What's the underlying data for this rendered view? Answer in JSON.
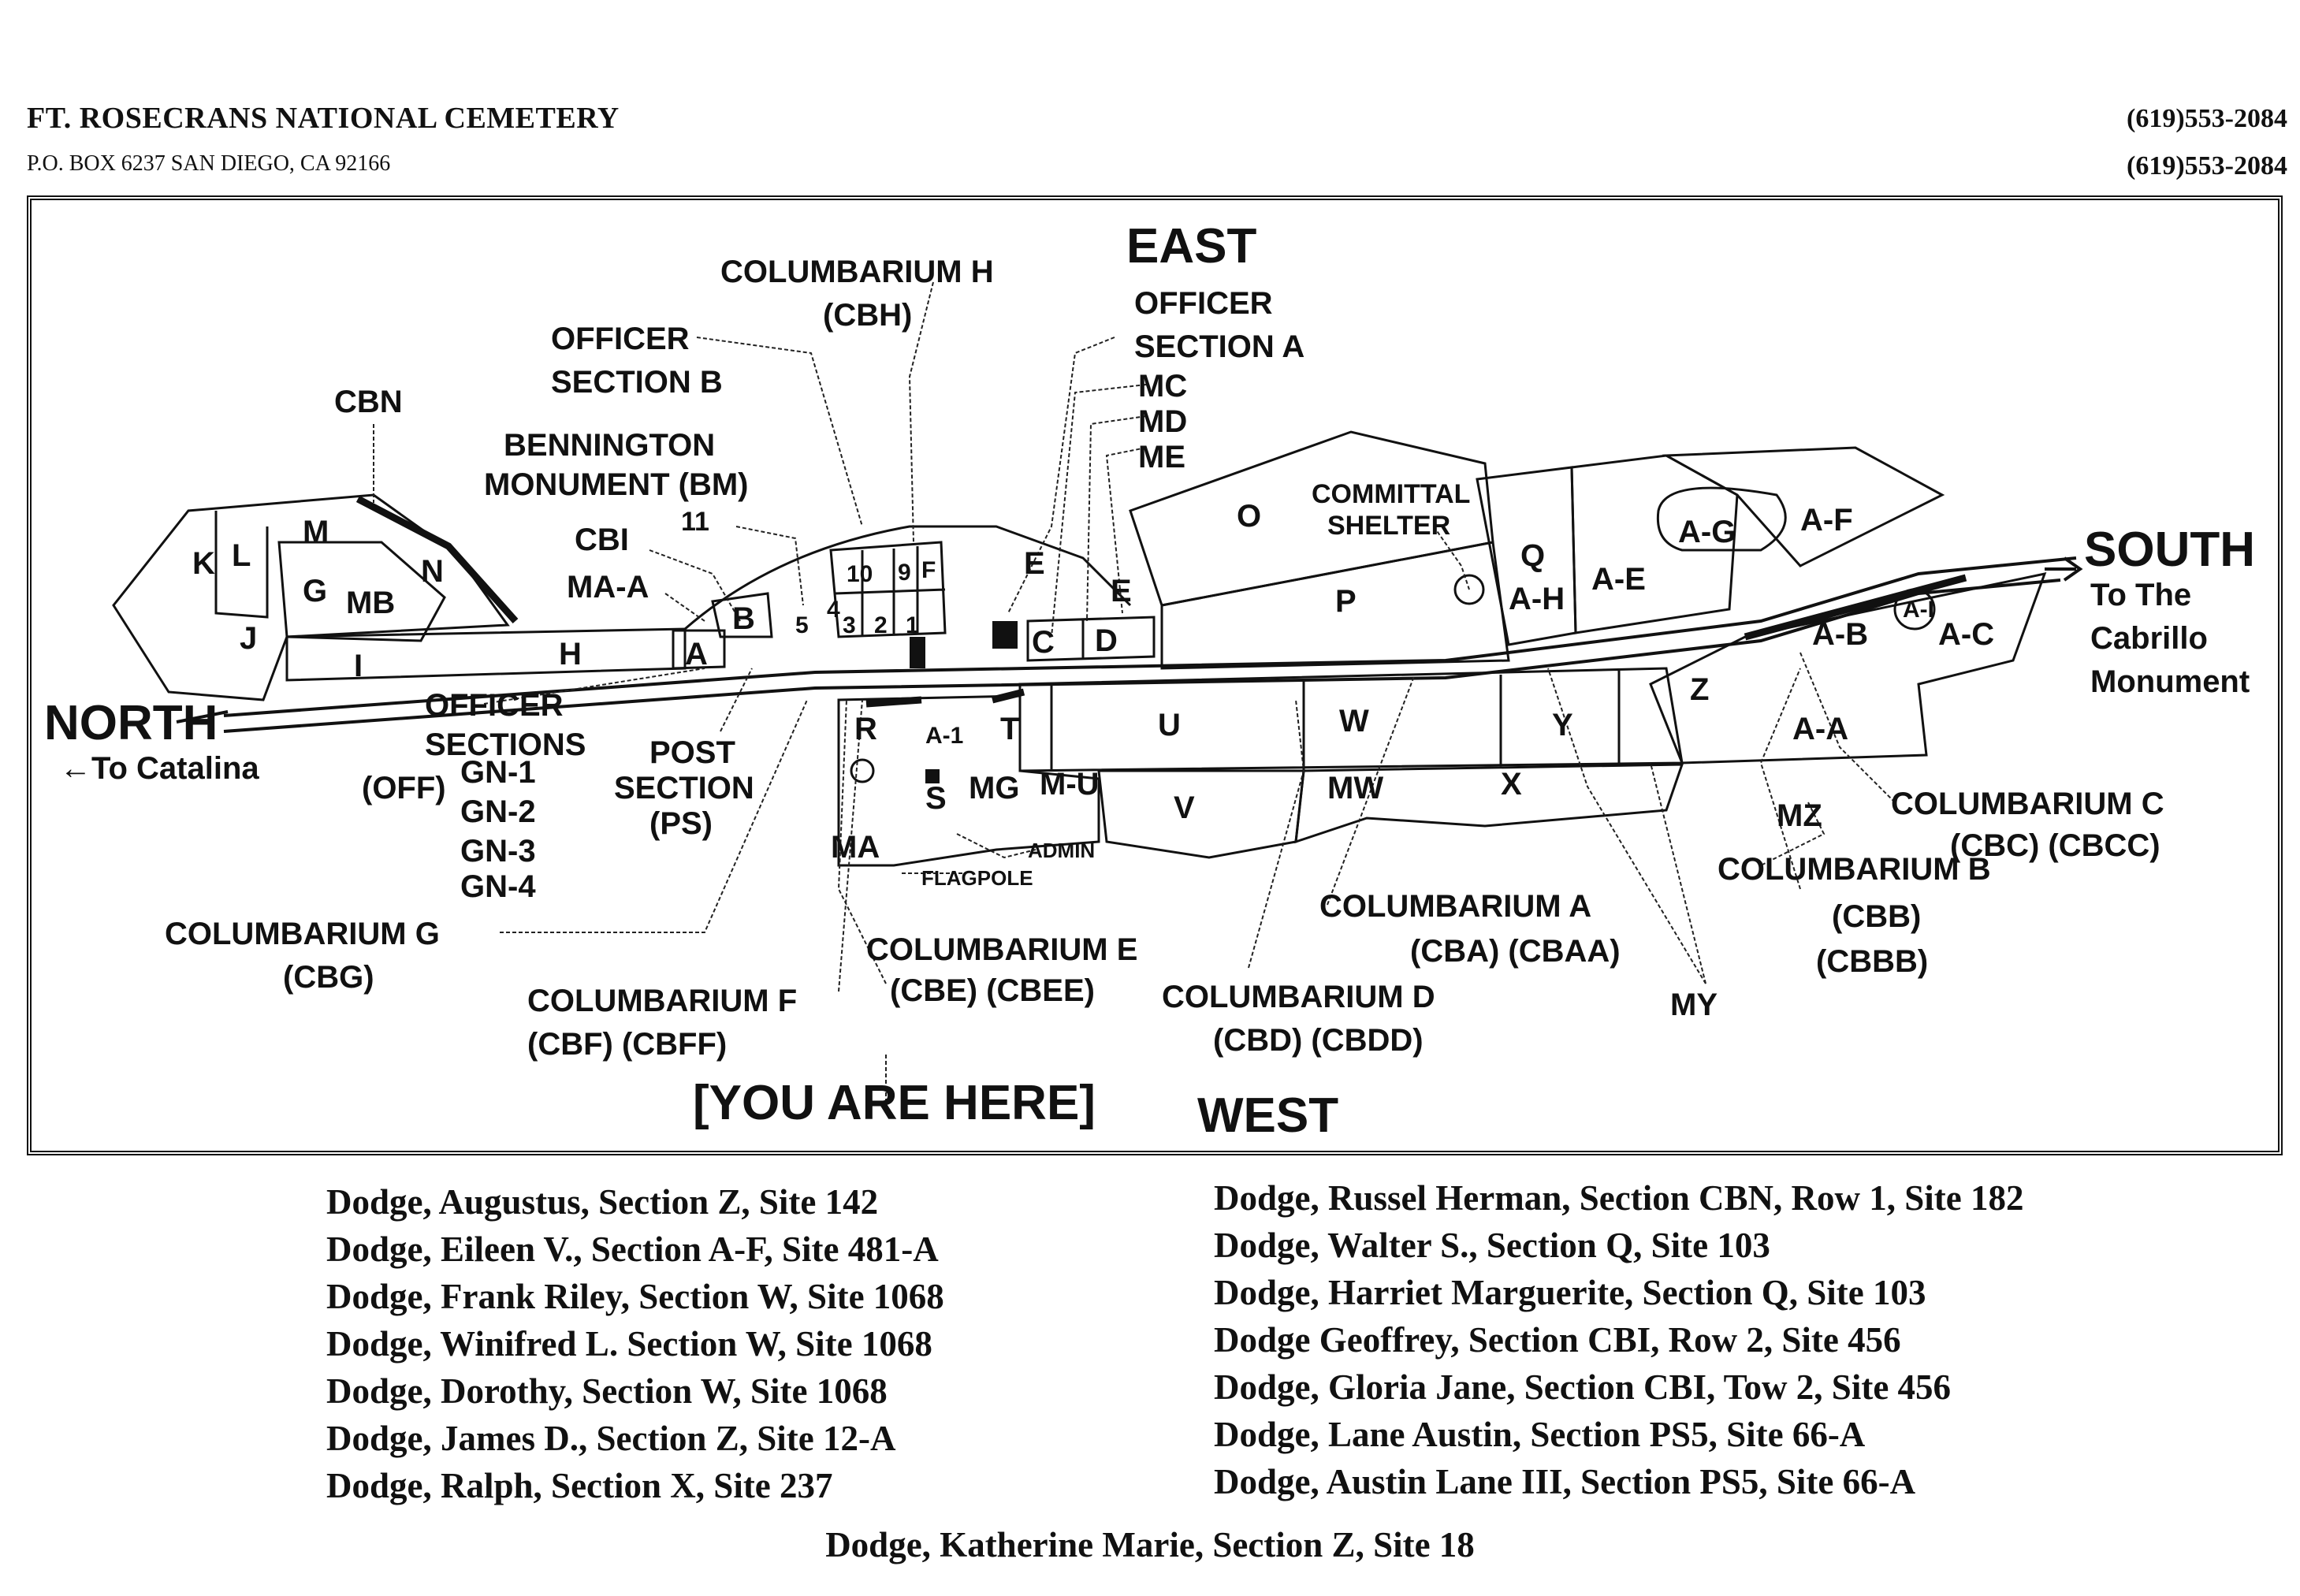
{
  "header": {
    "title": "FT. ROSECRANS NATIONAL CEMETERY",
    "address": "P.O. BOX 6237 SAN DIEGO, CA 92166",
    "phone_1": "(619)553-2084",
    "phone_2": "(619)553-2084"
  },
  "map": {
    "compass": {
      "east": "EAST",
      "west": "WEST",
      "north": "NORTH",
      "south": "SOUTH",
      "north_note": "←To Catalina",
      "south_note_1": "To The",
      "south_note_2": "Cabrillo",
      "south_note_3": "Monument"
    },
    "you_are_here": "[YOU ARE HERE]",
    "callouts": {
      "columbarium_h_1": "COLUMBARIUM H",
      "columbarium_h_2": "(CBH)",
      "officer_a_1": "OFFICER",
      "officer_a_2": "SECTION A",
      "mc": "MC",
      "md": "MD",
      "me": "ME",
      "officer_b_1": "OFFICER",
      "officer_b_2": "SECTION B",
      "cbn": "CBN",
      "bennington_1": "BENNINGTON",
      "bennington_2": "MONUMENT (BM)",
      "eleven": "11",
      "cbi": "CBI",
      "ma_a": "MA-A",
      "committal_1": "COMMITTAL",
      "committal_2": "SHELTER",
      "officer_sections_1": "OFFICER",
      "officer_sections_2": "SECTIONS",
      "off": "(OFF)",
      "gn1": "GN-1",
      "gn2": "GN-2",
      "gn3": "GN-3",
      "gn4": "GN-4",
      "post_1": "POST",
      "post_2": "SECTION",
      "post_3": "(PS)",
      "admin": "ADMIN",
      "flagpole": "FLAGPOLE",
      "columbarium_g_1": "COLUMBARIUM G",
      "columbarium_g_2": "(CBG)",
      "columbarium_f_1": "COLUMBARIUM F",
      "columbarium_f_2": "(CBF)  (CBFF)",
      "columbarium_e_1": "COLUMBARIUM E",
      "columbarium_e_2": "(CBE)  (CBEE)",
      "columbarium_d_1": "COLUMBARIUM D",
      "columbarium_d_2": "(CBD) (CBDD)",
      "columbarium_a_1": "COLUMBARIUM A",
      "columbarium_a_2": "(CBA) (CBAA)",
      "columbarium_b_1": "COLUMBARIUM B",
      "columbarium_b_2": "(CBB)",
      "columbarium_b_3": "(CBBB)",
      "columbarium_c_1": "COLUMBARIUM C",
      "columbarium_c_2": "(CBC)  (CBCC)",
      "my": "MY",
      "mz": "MZ"
    },
    "sections": {
      "k": "K",
      "l": "L",
      "m": "M",
      "g": "G",
      "mb": "MB",
      "n": "N",
      "j": "J",
      "i": "I",
      "h": "H",
      "a": "A",
      "b": "B",
      "s5": "5",
      "s10": "10",
      "s9": "9",
      "f": "F",
      "s4": "4",
      "s3": "3",
      "s2": "2",
      "s1": "1",
      "e_upper": "E",
      "e_right": "E",
      "c": "C",
      "d": "D",
      "o": "O",
      "p": "P",
      "q": "Q",
      "ah": "A-H",
      "ae": "A-E",
      "ag": "A-G",
      "af": "A-F",
      "ab": "A-B",
      "ai": "A-I",
      "ac": "A-C",
      "aa": "A-A",
      "z": "Z",
      "y": "Y",
      "w": "W",
      "u": "U",
      "t": "T",
      "a1": "A-1",
      "r": "R",
      "s": "S",
      "mg": "MG",
      "mu": "M-U",
      "v": "V",
      "mw": "MW",
      "x": "X",
      "ma": "MA"
    }
  },
  "entries_left": [
    "Dodge, Augustus, Section Z, Site 142",
    "Dodge, Eileen V., Section A-F, Site 481-A",
    "Dodge, Frank Riley, Section W, Site 1068",
    "Dodge, Winifred L. Section W, Site 1068",
    "Dodge, Dorothy, Section W, Site 1068",
    "Dodge, James D., Section Z, Site 12-A",
    "Dodge, Ralph, Section X, Site 237"
  ],
  "entries_right": [
    "Dodge, Russel Herman, Section CBN, Row 1, Site 182",
    "Dodge, Walter S., Section Q, Site 103",
    "Dodge, Harriet Marguerite, Section Q, Site 103",
    "Dodge Geoffrey, Section CBI, Row 2, Site 456",
    "Dodge, Gloria Jane, Section CBI, Tow 2, Site 456",
    "Dodge, Lane Austin, Section PS5, Site 66-A",
    "Dodge, Austin Lane III, Section PS5, Site 66-A"
  ],
  "entry_bottom": "Dodge, Katherine Marie, Section Z, Site 18"
}
